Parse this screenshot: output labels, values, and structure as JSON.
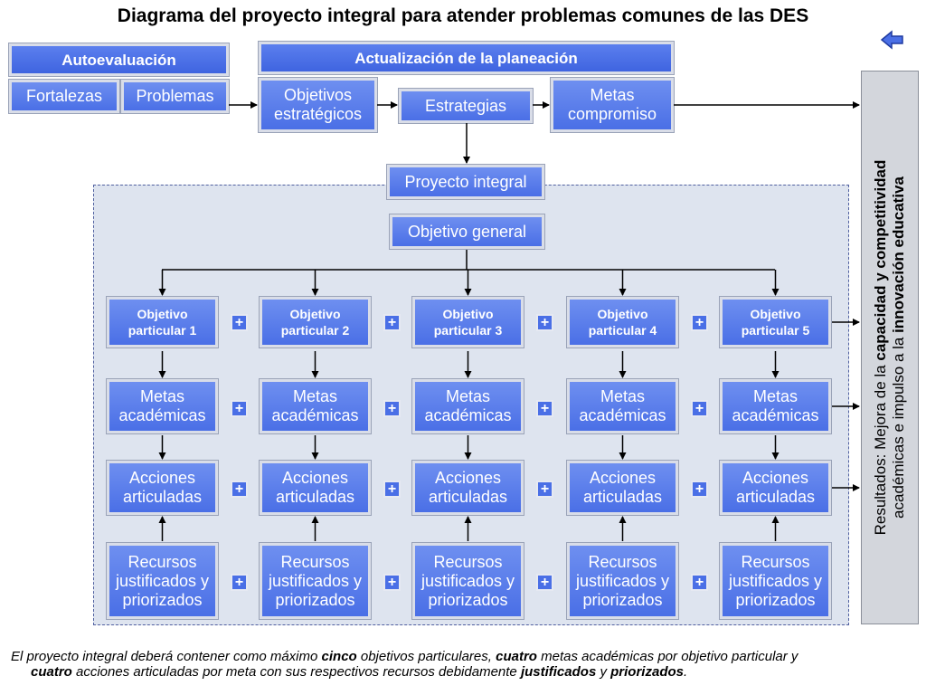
{
  "title": "Diagrama del proyecto integral para atender problemas comunes de las DES",
  "icons": {
    "back": "back-arrow-icon"
  },
  "autoevaluacion": {
    "header": "Autoevaluación",
    "fortalezas": "Fortalezas",
    "problemas": "Problemas"
  },
  "planeacion": {
    "header": "Actualización de la planeación",
    "objetivos": "Objetivos estratégicos",
    "estrategias": "Estrategias",
    "metas": "Metas compromiso"
  },
  "proyecto": {
    "title": "Proyecto integral",
    "objetivo_general": "Objetivo general"
  },
  "columns": [
    {
      "objetivo": "Objetivo particular 1",
      "metas": "Metas académicas",
      "acciones": "Acciones articuladas",
      "recursos": "Recursos justificados y priorizados"
    },
    {
      "objetivo": "Objetivo particular 2",
      "metas": "Metas académicas",
      "acciones": "Acciones articuladas",
      "recursos": "Recursos justificados y priorizados"
    },
    {
      "objetivo": "Objetivo particular 3",
      "metas": "Metas académicas",
      "acciones": "Acciones articuladas",
      "recursos": "Recursos justificados y priorizados"
    },
    {
      "objetivo": "Objetivo particular 4",
      "metas": "Metas académicas",
      "acciones": "Acciones articuladas",
      "recursos": "Recursos justificados y priorizados"
    },
    {
      "objetivo": "Objetivo particular 5",
      "metas": "Metas académicas",
      "acciones": "Acciones articuladas",
      "recursos": "Recursos justificados y priorizados"
    }
  ],
  "plus": "+",
  "results": {
    "line1_prefix": "Resultados: Mejora de la ",
    "line1_bold": "capacidad y competitividad",
    "line2_prefix": "académicas e impulso a la ",
    "line2_bold": "innovación educativa"
  },
  "footnote": {
    "p1": "El proyecto integral deberá contener como máximo ",
    "b1": "cinco",
    "p2": " objetivos particulares, ",
    "b2": "cuatro",
    "p3": " metas académicas por objetivo particular y",
    "b3": "cuatro",
    "p4": " acciones articuladas por meta con sus respectivos recursos debidamente ",
    "b4": "justificados",
    "p5": " y ",
    "b5": "priorizados",
    "p6": "."
  }
}
